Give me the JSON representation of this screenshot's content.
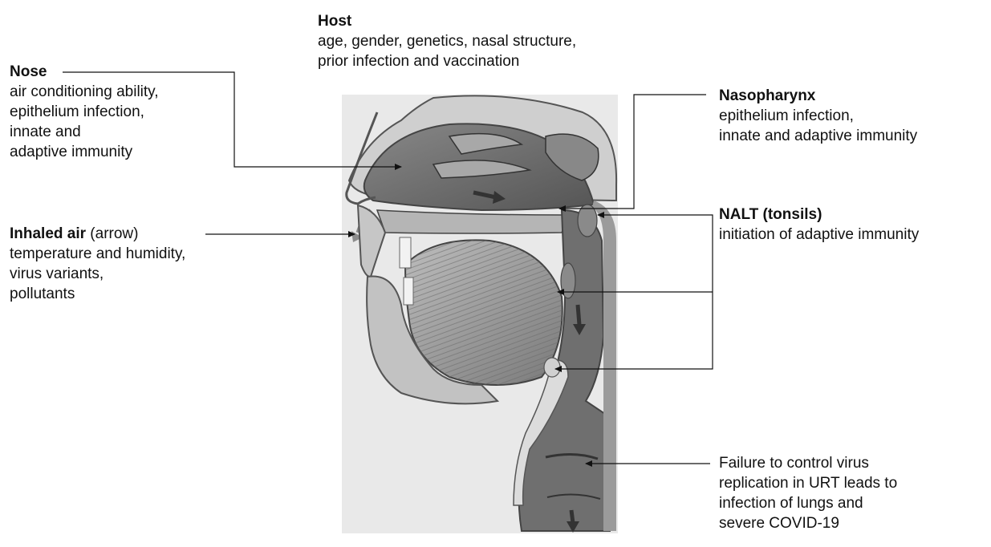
{
  "labels": {
    "host": {
      "title": "Host",
      "lines": [
        "age, gender, genetics, nasal structure,",
        "prior infection and vaccination"
      ]
    },
    "nose": {
      "title": "Nose",
      "lines": [
        "air conditioning ability,",
        "epithelium infection,",
        "innate and",
        "adaptive immunity"
      ]
    },
    "inhaled_air": {
      "title": "Inhaled air",
      "title_suffix": " (arrow)",
      "lines": [
        "temperature and humidity,",
        "virus variants,",
        "pollutants"
      ]
    },
    "nasopharynx": {
      "title": "Nasopharynx",
      "lines": [
        "epithelium infection,",
        "innate and adaptive immunity"
      ]
    },
    "nalt": {
      "title": "NALT (tonsils)",
      "lines": [
        "initiation of adaptive immunity"
      ]
    },
    "failure": {
      "lines": [
        "Failure to control virus",
        "replication in URT leads to",
        "infection of lungs and",
        "severe COVID-19"
      ]
    }
  },
  "colors": {
    "text": "#111111",
    "leader": "#111111",
    "figure_bg": "#e9e9e9",
    "tissue_dark": "#5e5e5e",
    "tissue_mid": "#9a9a9a",
    "tissue_light": "#c8c8c8",
    "airway": "#6f6f6f"
  }
}
